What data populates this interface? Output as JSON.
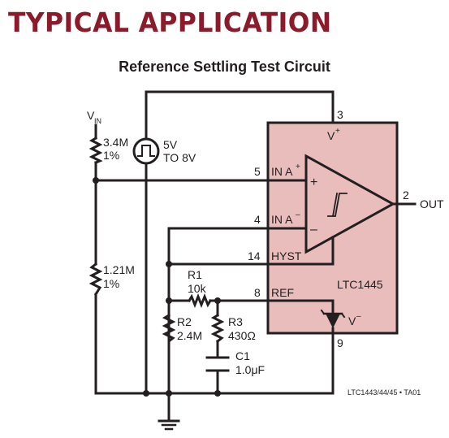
{
  "header": {
    "title": "TYPICAL APPLICATION"
  },
  "diagram": {
    "caption": "Reference Settling Test Circuit",
    "vin": {
      "main": "V",
      "sub": "IN"
    },
    "r_top": {
      "value": "3.4M",
      "tol": "1%"
    },
    "r_bot": {
      "value": "1.21M",
      "tol": "1%"
    },
    "source": {
      "line1": "5V",
      "line2": "TO 8V"
    },
    "ic": {
      "name": "LTC1445"
    },
    "pins": {
      "p3": "3",
      "p5": "5",
      "p4": "4",
      "p14": "14",
      "p8": "8",
      "p2": "2",
      "p9": "9"
    },
    "pin_labels": {
      "vplus": "V",
      "vplus_sup": "+",
      "ina_plus": "IN A",
      "ina_plus_sup": "+",
      "ina_minus": "IN A",
      "ina_minus_sup": "–",
      "hyst": "HYST",
      "ref": "REF",
      "vminus": "V",
      "vminus_sup": "–",
      "plus_sign": "+",
      "minus_sign": "–"
    },
    "out": "OUT",
    "r1": {
      "name": "R1",
      "value": "10k"
    },
    "r2": {
      "name": "R2",
      "value": "2.4M"
    },
    "r3": {
      "name": "R3",
      "value": "430Ω"
    },
    "c1": {
      "name": "C1",
      "value": "1.0μF"
    },
    "figure_code": "LTC1443/44/45 • TA01"
  }
}
